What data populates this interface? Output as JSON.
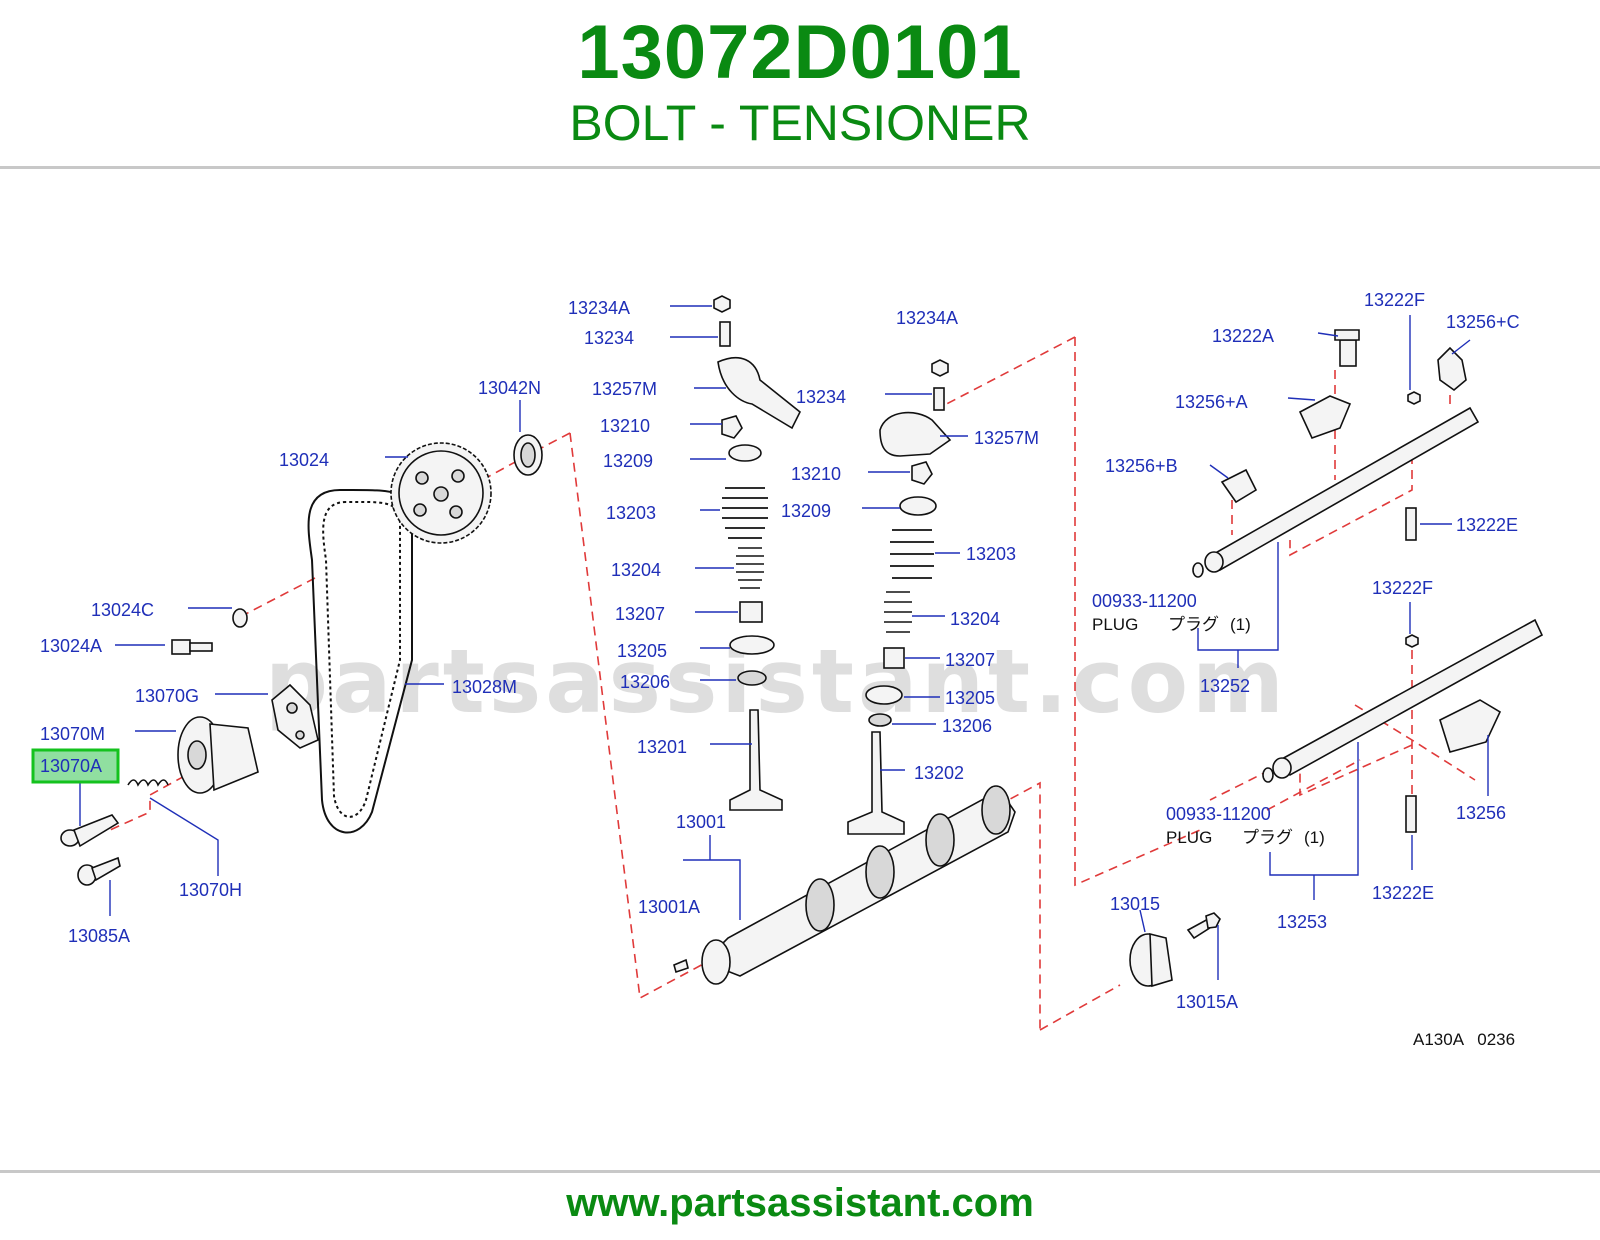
{
  "header": {
    "part_number": "13072D0101",
    "part_name": "BOLT - TENSIONER"
  },
  "footer": {
    "website": "www.partsassistant.com"
  },
  "diagram": {
    "watermark": "partsassistant.com",
    "figure_code": "A130A   0236",
    "highlighted_label": "13070A",
    "labels": {
      "l13234A_a": "13234A",
      "l13234_a": "13234",
      "l13257M_a": "13257M",
      "l13210_a": "13210",
      "l13209_a": "13209",
      "l13203_a": "13203",
      "l13204_a": "13204",
      "l13207_a": "13207",
      "l13205_a": "13205",
      "l13206_a": "13206",
      "l13201": "13201",
      "l13001": "13001",
      "l13001A": "13001A",
      "l13234A_b": "13234A",
      "l13234_b": "13234",
      "l13257M_b": "13257M",
      "l13210_b": "13210",
      "l13209_b": "13209",
      "l13203_b": "13203",
      "l13204_b": "13204",
      "l13207_b": "13207",
      "l13205_b": "13205",
      "l13206_b": "13206",
      "l13202": "13202",
      "l13042N": "13042N",
      "l13024": "13024",
      "l13024C": "13024C",
      "l13024A": "13024A",
      "l13070G": "13070G",
      "l13028M": "13028M",
      "l13070M": "13070M",
      "l13070H": "13070H",
      "l13085A": "13085A",
      "l13222F_a": "13222F",
      "l13222A": "13222A",
      "l13256C": "13256+C",
      "l13256A": "13256+A",
      "l13256B": "13256+B",
      "l13222E_a": "13222E",
      "l00933_a": "00933-11200",
      "l13252": "13252",
      "l13222F_b": "13222F",
      "l00933_b": "00933-11200",
      "l13256": "13256",
      "l13222E_b": "13222E",
      "l13253": "13253",
      "l13015": "13015",
      "l13015A": "13015A"
    },
    "plug_text_en": "PLUG",
    "plug_text_jp": "プラグ",
    "plug_qty": "(1)"
  }
}
